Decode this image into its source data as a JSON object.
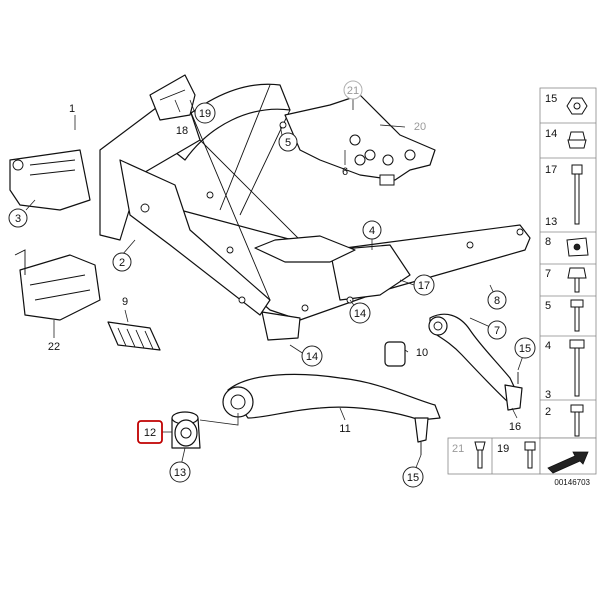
{
  "callouts": {
    "c1": "1",
    "c2": "2",
    "c3": "3",
    "c4": "4",
    "c5": "5",
    "c6": "6",
    "c7": "7",
    "c8": "8",
    "c9": "9",
    "c10": "10",
    "c11": "11",
    "c12": "12",
    "c13": "13",
    "c14a": "14",
    "c14b": "14",
    "c15a": "15",
    "c15b": "15",
    "c16": "16",
    "c17": "17",
    "c18": "18",
    "c19": "19",
    "c20": "20",
    "c21": "21",
    "c22": "22"
  },
  "side_panel": {
    "items": [
      "15",
      "14",
      "17",
      "13",
      "8",
      "7",
      "5",
      "4",
      "3",
      "2"
    ],
    "bottom_left_grey": "21",
    "bottom_mid": "19"
  },
  "highlighted_part": "12",
  "reference_number": "00146703",
  "colors": {
    "highlight": "#c00000",
    "line": "#111111",
    "grey": "#9a9a9a"
  }
}
